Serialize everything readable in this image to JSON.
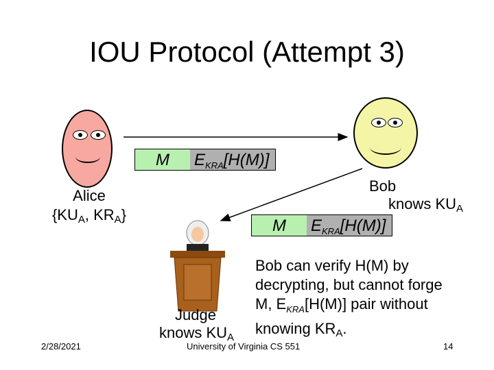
{
  "title": "IOU Protocol (Attempt 3)",
  "message_m": "M",
  "encrypted_prefix": "E",
  "encrypted_sub": "KRA",
  "encrypted_rest": "[H(M)]",
  "alice": {
    "name": "Alice",
    "keys_prefix": "{KU",
    "keys_sub1": "A",
    "keys_mid": ", KR",
    "keys_sub2": "A",
    "keys_suffix": "}"
  },
  "bob": {
    "name": "Bob",
    "knows_prefix": "knows KU",
    "knows_sub": "A"
  },
  "judge": {
    "name": "Judge",
    "knows_prefix": "knows KU",
    "knows_sub": "A"
  },
  "note": {
    "line1": "Bob can verify H(M) by",
    "line2": "decrypting, but cannot forge",
    "line3_prefix": "M, E",
    "line3_sub": "KRA",
    "line3_suffix": "[H(M)] pair without",
    "line4_prefix": "knowing KR",
    "line4_sub": "A",
    "line4_suffix": "."
  },
  "footer": {
    "date": "2/28/2021",
    "course": "University of Virginia CS 551",
    "page": "14"
  },
  "colors": {
    "alice_face": "#f7a8a0",
    "bob_face": "#f5f5a8",
    "m_box": "#b8f0b0",
    "e_box": "#b0b0b0",
    "podium": "#a8601c"
  }
}
